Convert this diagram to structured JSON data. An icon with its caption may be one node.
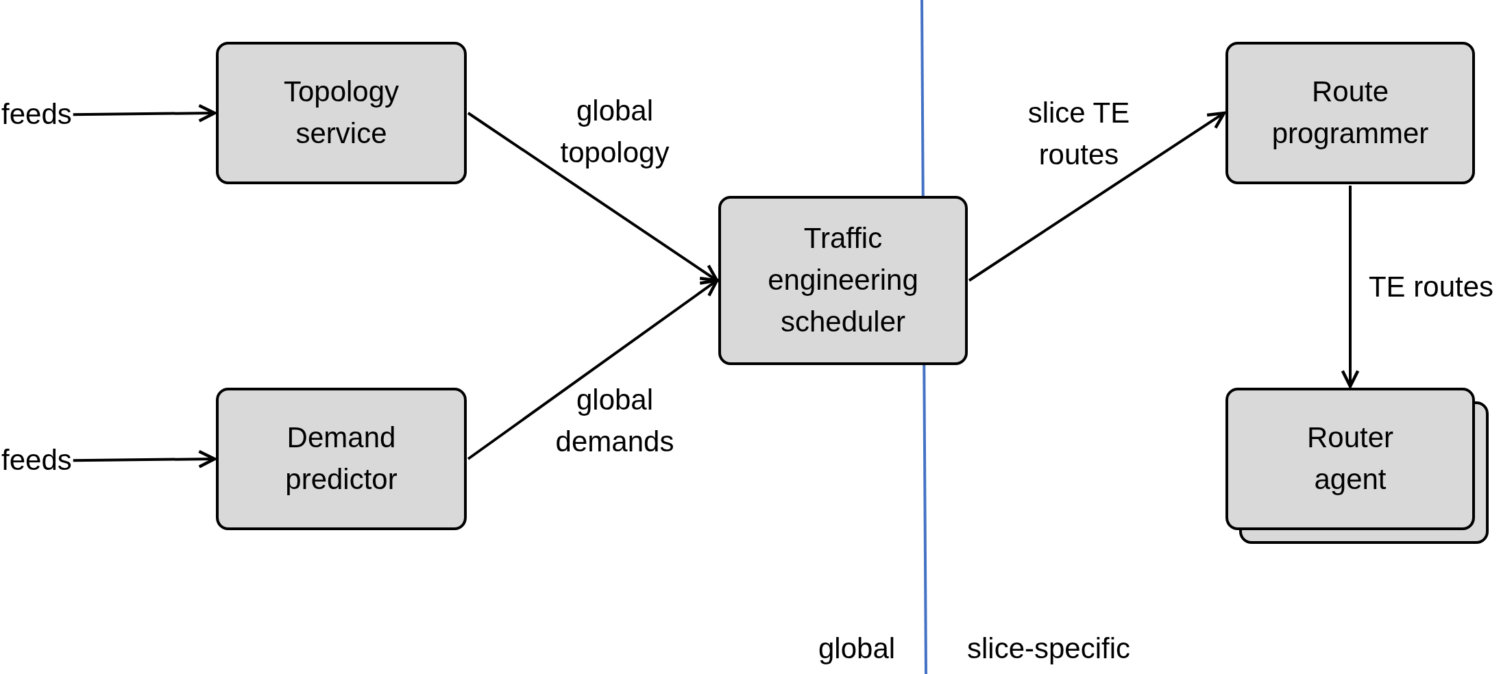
{
  "diagram": {
    "nodes": [
      {
        "text": [
          "feeds"
        ]
      },
      {
        "text": [
          "Topology service"
        ]
      },
      {
        "text": [
          "feeds"
        ]
      },
      {
        "text": [
          "Demand predictor"
        ]
      },
      {
        "text": [
          "Traffic engineering scheduler"
        ]
      },
      {
        "text": [
          "Route programmer"
        ]
      },
      {
        "text": [
          "Router agent"
        ]
      }
    ],
    "edges": [
      {
        "from": 0,
        "to": 1,
        "arrow": "to"
      },
      {
        "from": 2,
        "to": 3,
        "arrow": "to"
      },
      {
        "from": 1,
        "to": 4,
        "arrow": "to",
        "label": "global topology"
      },
      {
        "from": 3,
        "to": 4,
        "arrow": "to",
        "label": "global demands"
      },
      {
        "from": 4,
        "to": 5,
        "arrow": "to",
        "label": "slice TE routes"
      },
      {
        "from": 5,
        "to": 6,
        "arrow": "to",
        "label": "TE routes"
      }
    ],
    "labels": [
      "global",
      "slice-specific"
    ]
  }
}
